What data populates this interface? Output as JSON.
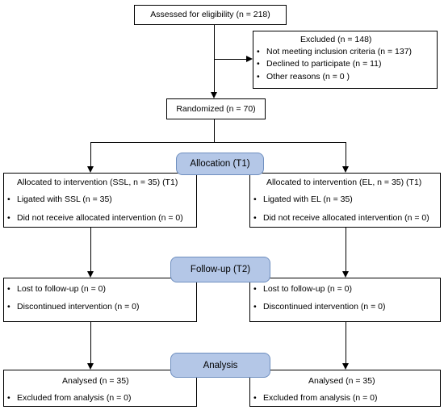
{
  "eligibility": {
    "label": "Assessed for eligibility (n = 218)"
  },
  "excluded": {
    "title": "Excluded  (n = 148)",
    "items": [
      "Not meeting inclusion criteria (n = 137)",
      "Declined to participate (n = 11)",
      "Other reasons (n = 0 )"
    ]
  },
  "randomized": {
    "label": "Randomized (n = 70)"
  },
  "stages": {
    "allocation": "Allocation (T1)",
    "followup": "Follow-up (T2)",
    "analysis": "Analysis"
  },
  "ssl": {
    "allocated": "Allocated to intervention  (SSL, n = 35) (T1)",
    "alloc_items": [
      "Ligated with SSL (n = 35)",
      "Did not receive  allocated intervention  (n = 0)"
    ],
    "followup_items": [
      "Lost to follow-up (n = 0)",
      "Discontinued intervention (n = 0)"
    ],
    "analysed": "Analysed  (n = 35)",
    "excluded_analysis": "Excluded from analysis  (n = 0)"
  },
  "el": {
    "allocated": "Allocated to intervention  (EL, n = 35) (T1)",
    "alloc_items": [
      "Ligated with EL (n = 35)",
      "Did not receive  allocated intervention  (n = 0)"
    ],
    "followup_items": [
      "Lost to follow-up (n = 0)",
      "Discontinued intervention (n = 0)"
    ],
    "analysed": "Analysed  (n = 35)",
    "excluded_analysis": "Excluded from analysis  (n = 0)"
  }
}
